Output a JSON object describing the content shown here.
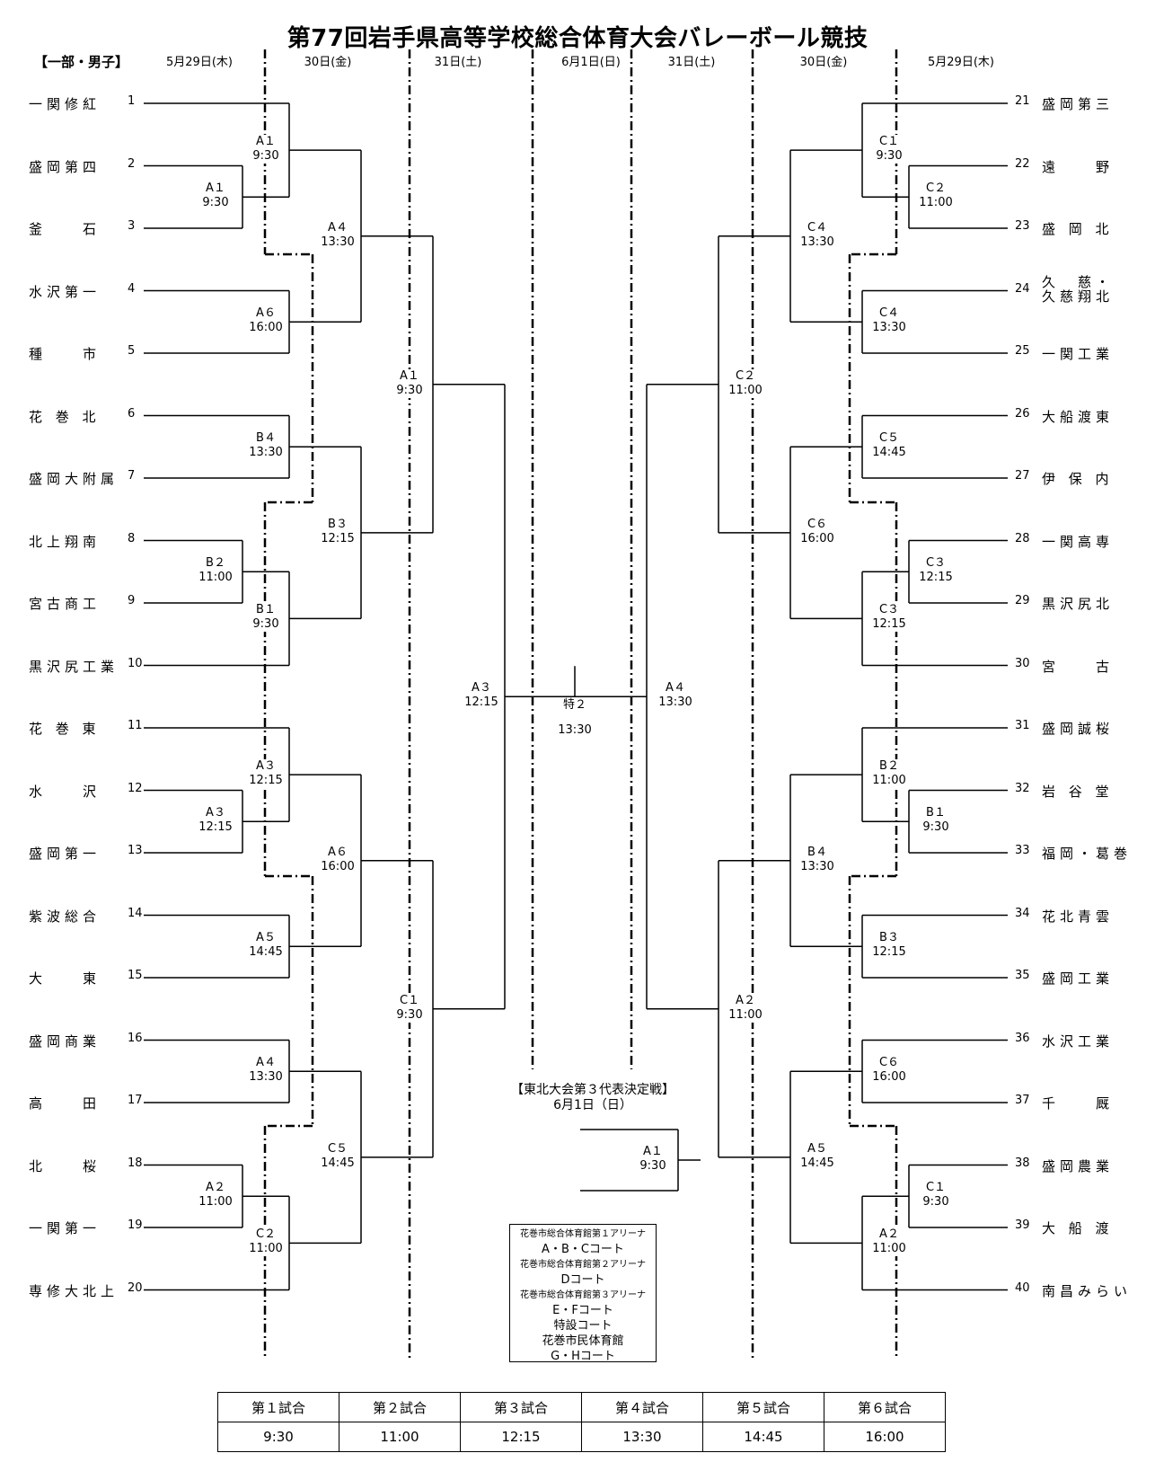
{
  "title": "第77回岩手県高等学校総合体育大会バレーボール競技",
  "division": "【一部・男子】",
  "days": {
    "left": [
      "5月29日(木)",
      "30日(金)",
      "31日(土)",
      "6月1日(日)"
    ],
    "right": [
      "31日(土)",
      "30日(金)",
      "5月29日(木)"
    ]
  },
  "teams_left": [
    {
      "seed": "1",
      "name": "一関修紅"
    },
    {
      "seed": "2",
      "name": "盛岡第四"
    },
    {
      "seed": "3",
      "name": "釜　　石"
    },
    {
      "seed": "4",
      "name": "水沢第一"
    },
    {
      "seed": "5",
      "name": "種　　市"
    },
    {
      "seed": "6",
      "name": "花 巻 北"
    },
    {
      "seed": "7",
      "name": "盛岡大附属"
    },
    {
      "seed": "8",
      "name": "北上翔南"
    },
    {
      "seed": "9",
      "name": "宮古商工"
    },
    {
      "seed": "10",
      "name": "黒沢尻工業"
    },
    {
      "seed": "11",
      "name": "花 巻 東"
    },
    {
      "seed": "12",
      "name": "水　　沢"
    },
    {
      "seed": "13",
      "name": "盛岡第一"
    },
    {
      "seed": "14",
      "name": "紫波総合"
    },
    {
      "seed": "15",
      "name": "大　　東"
    },
    {
      "seed": "16",
      "name": "盛岡商業"
    },
    {
      "seed": "17",
      "name": "高　　田"
    },
    {
      "seed": "18",
      "name": "北　　桜"
    },
    {
      "seed": "19",
      "name": "一関第一"
    },
    {
      "seed": "20",
      "name": "専修大北上"
    }
  ],
  "teams_right": [
    {
      "seed": "21",
      "name": "盛岡第三"
    },
    {
      "seed": "22",
      "name": "遠　　野"
    },
    {
      "seed": "23",
      "name": "盛 岡 北"
    },
    {
      "seed": "24",
      "name": "久　慈・",
      "name2": "久慈翔北"
    },
    {
      "seed": "25",
      "name": "一関工業"
    },
    {
      "seed": "26",
      "name": "大船渡東"
    },
    {
      "seed": "27",
      "name": "伊 保 内"
    },
    {
      "seed": "28",
      "name": "一関高専"
    },
    {
      "seed": "29",
      "name": "黒沢尻北"
    },
    {
      "seed": "30",
      "name": "宮　　古"
    },
    {
      "seed": "31",
      "name": "盛岡誠桜"
    },
    {
      "seed": "32",
      "name": "岩 谷 堂"
    },
    {
      "seed": "33",
      "name": "福岡・葛巻"
    },
    {
      "seed": "34",
      "name": "花北青雲"
    },
    {
      "seed": "35",
      "name": "盛岡工業"
    },
    {
      "seed": "36",
      "name": "水沢工業"
    },
    {
      "seed": "37",
      "name": "千　　厩"
    },
    {
      "seed": "38",
      "name": "盛岡農業"
    },
    {
      "seed": "39",
      "name": "大 船 渡"
    },
    {
      "seed": "40",
      "name": "南昌みらい"
    }
  ],
  "matches_left": {
    "r1": [
      {
        "court": "A１",
        "time": "9:30"
      },
      {
        "court": "B２",
        "time": "11:00"
      },
      {
        "court": "A３",
        "time": "12:15"
      },
      {
        "court": "A２",
        "time": "11:00"
      }
    ],
    "r2": [
      {
        "court": "A１",
        "time": "9:30"
      },
      {
        "court": "A６",
        "time": "16:00"
      },
      {
        "court": "B４",
        "time": "13:30"
      },
      {
        "court": "B１",
        "time": "9:30"
      },
      {
        "court": "A３",
        "time": "12:15"
      },
      {
        "court": "A５",
        "time": "14:45"
      },
      {
        "court": "A４",
        "time": "13:30"
      },
      {
        "court": "C２",
        "time": "11:00"
      }
    ],
    "r3": [
      {
        "court": "A４",
        "time": "13:30"
      },
      {
        "court": "B３",
        "time": "12:15"
      },
      {
        "court": "A６",
        "time": "16:00"
      },
      {
        "court": "C５",
        "time": "14:45"
      }
    ],
    "r4": [
      {
        "court": "A１",
        "time": "9:30"
      },
      {
        "court": "C１",
        "time": "9:30"
      }
    ],
    "semi": {
      "court": "A３",
      "time": "12:15"
    }
  },
  "matches_right": {
    "r1": [
      {
        "court": "C２",
        "time": "11:00"
      },
      {
        "court": "C３",
        "time": "12:15"
      },
      {
        "court": "B１",
        "time": "9:30"
      },
      {
        "court": "C１",
        "time": "9:30"
      }
    ],
    "r2": [
      {
        "court": "C１",
        "time": "9:30"
      },
      {
        "court": "C４",
        "time": "13:30"
      },
      {
        "court": "C５",
        "time": "14:45"
      },
      {
        "court": "C３",
        "time": "12:15"
      },
      {
        "court": "B２",
        "time": "11:00"
      },
      {
        "court": "B３",
        "time": "12:15"
      },
      {
        "court": "C６",
        "time": "16:00"
      },
      {
        "court": "A２",
        "time": "11:00"
      }
    ],
    "r3": [
      {
        "court": "C４",
        "time": "13:30"
      },
      {
        "court": "C６",
        "time": "16:00"
      },
      {
        "court": "B４",
        "time": "13:30"
      },
      {
        "court": "A５",
        "time": "14:45"
      }
    ],
    "r4": [
      {
        "court": "C２",
        "time": "11:00"
      },
      {
        "court": "A２",
        "time": "11:00"
      }
    ],
    "semi": {
      "court": "A４",
      "time": "13:30"
    }
  },
  "final": {
    "court": "特２",
    "time": "13:30"
  },
  "third_place": {
    "title": "【東北大会第３代表決定戦】",
    "date": "6月1日（日）",
    "court": "A１",
    "time": "9:30"
  },
  "venues": [
    {
      "text": "花巻市総合体育館第１アリーナ",
      "small": true
    },
    {
      "text": "A・B・Cコート",
      "small": false
    },
    {
      "text": "花巻市総合体育館第２アリーナ",
      "small": true
    },
    {
      "text": "Dコート",
      "small": false
    },
    {
      "text": "花巻市総合体育館第３アリーナ",
      "small": true
    },
    {
      "text": "E・Fコート",
      "small": false
    },
    {
      "text": "特設コート",
      "small": false
    },
    {
      "text": "花巻市民体育館",
      "small": false
    },
    {
      "text": "G・Hコート",
      "small": false
    }
  ],
  "schedule": {
    "headers": [
      "第１試合",
      "第２試合",
      "第３試合",
      "第４試合",
      "第５試合",
      "第６試合"
    ],
    "times": [
      "9:30",
      "11:00",
      "12:15",
      "13:30",
      "14:45",
      "16:00"
    ]
  }
}
